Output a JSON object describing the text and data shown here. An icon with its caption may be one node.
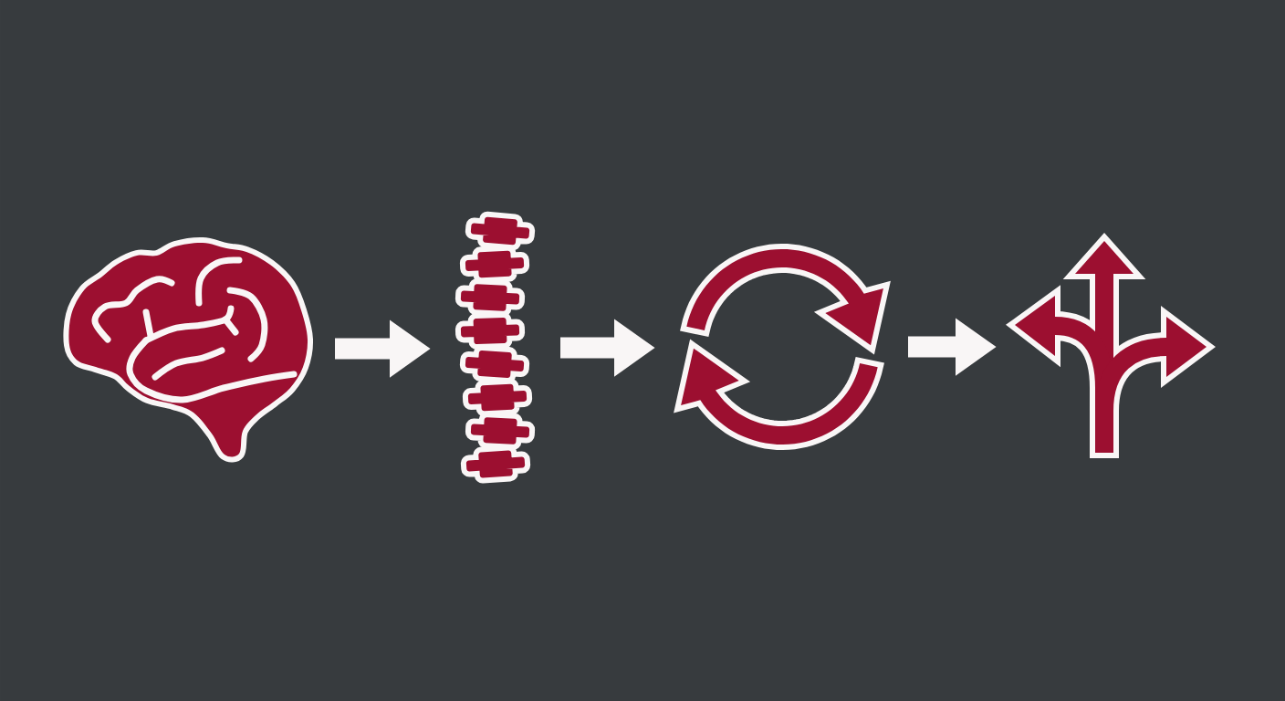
{
  "diagram": {
    "nodes": [
      {
        "text": [],
        "shape": "picture"
      },
      {
        "text": [],
        "shape": "picture"
      },
      {
        "text": [],
        "shape": "picture"
      },
      {
        "text": [],
        "shape": "picture"
      }
    ],
    "edges": [
      {
        "from": 0,
        "to": 1,
        "arrow": "to"
      },
      {
        "from": 1,
        "to": 2,
        "arrow": "to"
      },
      {
        "from": 2,
        "to": 3,
        "arrow": "to"
      }
    ]
  }
}
